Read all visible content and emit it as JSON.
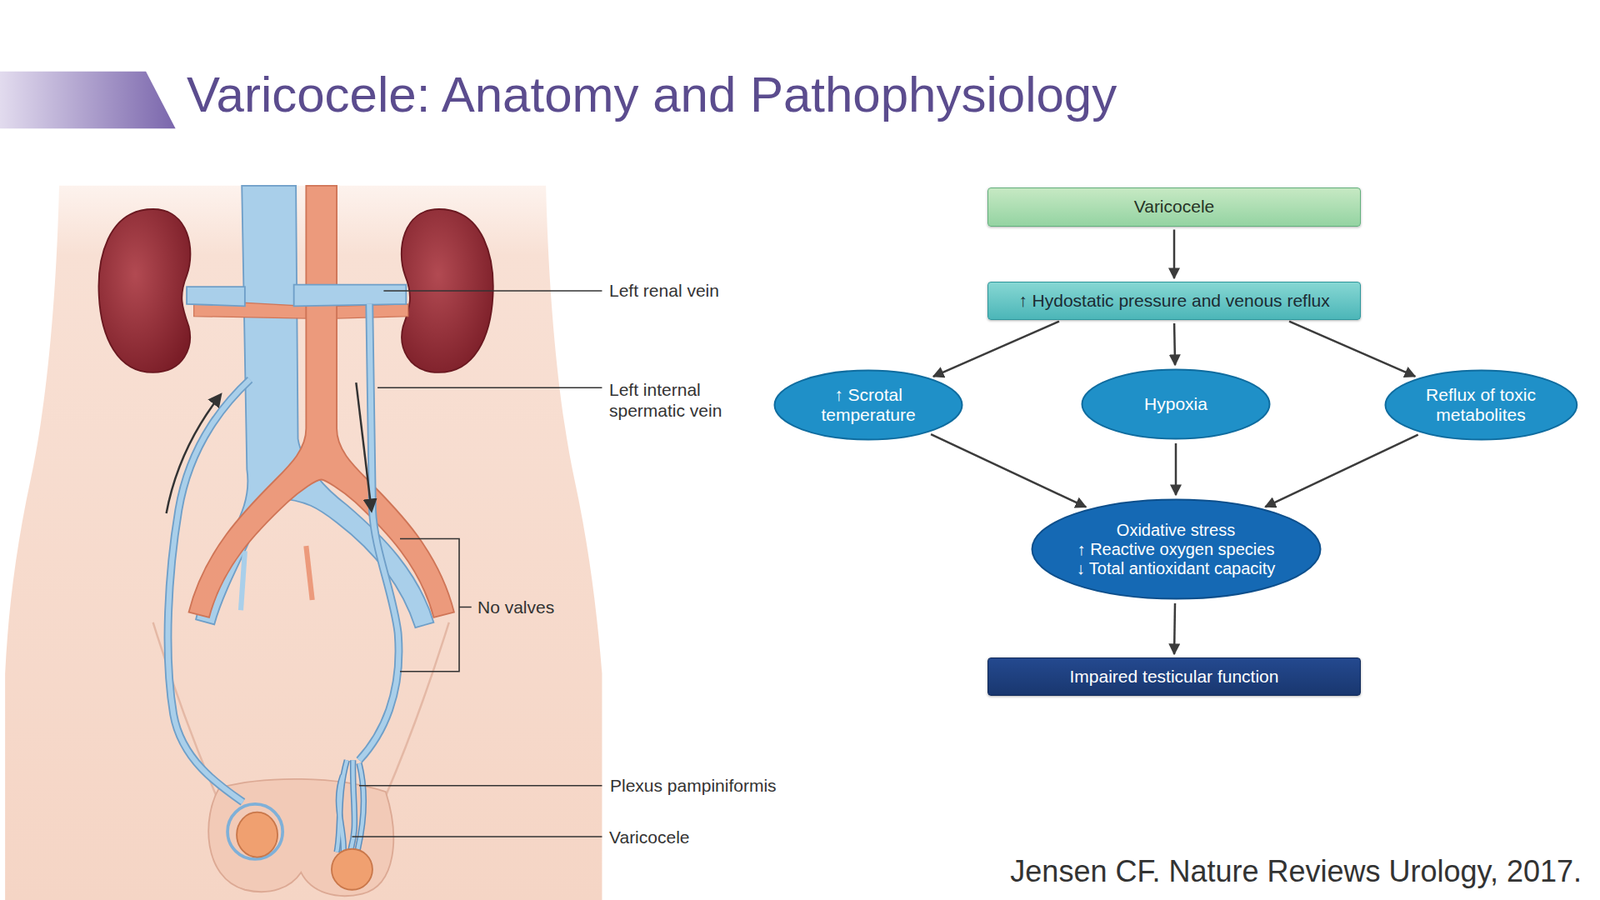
{
  "diagram": {
    "title": "Varicocele: Anatomy and Pathophysiology",
    "caption": "Jensen CF. Nature Reviews Urology, 2017.",
    "nodes": [
      {
        "text": [
          "Varicocele"
        ]
      },
      {
        "text": [
          "↑ Hydostatic pressure and venous reflux"
        ]
      },
      {
        "text": [
          "↑ Scrotal temperature"
        ]
      },
      {
        "text": [
          "Hypoxia"
        ]
      },
      {
        "text": [
          "Reflux of toxic metabolites"
        ]
      },
      {
        "text": [
          "Oxidative stress",
          "↑ Reactive oxygen species",
          "↓ Total antioxidant capacity"
        ]
      },
      {
        "text": [
          "Impaired testicular function"
        ]
      }
    ],
    "edges": [
      {
        "from": 0,
        "to": 1,
        "arrow": "to"
      },
      {
        "from": 1,
        "to": 2,
        "arrow": "to"
      },
      {
        "from": 1,
        "to": 3,
        "arrow": "to"
      },
      {
        "from": 1,
        "to": 4,
        "arrow": "to"
      },
      {
        "from": 2,
        "to": 5,
        "arrow": "to"
      },
      {
        "from": 3,
        "to": 5,
        "arrow": "to"
      },
      {
        "from": 4,
        "to": 5,
        "arrow": "to"
      },
      {
        "from": 5,
        "to": 6,
        "arrow": "to"
      }
    ],
    "labels": [
      "Left renal vein",
      "Left internal spermatic vein",
      "No valves",
      "Plexus pampiniformis",
      "Varicocele"
    ]
  }
}
